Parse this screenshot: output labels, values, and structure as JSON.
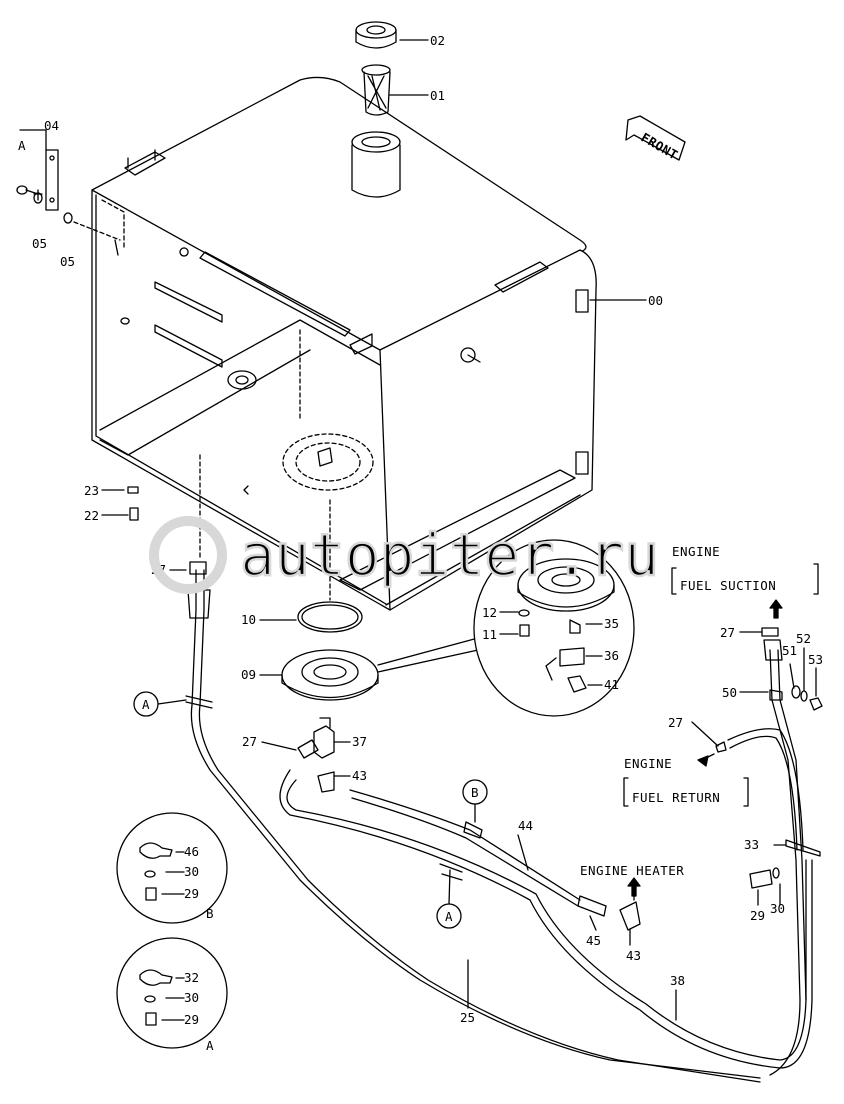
{
  "direction": {
    "front": "FRONT"
  },
  "callouts": {
    "c00": "00",
    "c01": "01",
    "c02": "02",
    "c04": "04",
    "c05a": "05",
    "c05b": "05",
    "c09": "09",
    "c10": "10",
    "c11": "11",
    "c12": "12",
    "c22": "22",
    "c23": "23",
    "c25": "25",
    "c27a": "27",
    "c27b": "27",
    "c27c": "27",
    "c27d": "27",
    "c29a": "29",
    "c29b": "29",
    "c29c": "29",
    "c30a": "30",
    "c30b": "30",
    "c30c": "30",
    "c32": "32",
    "c33": "33",
    "c35": "35",
    "c36": "36",
    "c37": "37",
    "c38": "38",
    "c41": "41",
    "c43a": "43",
    "c43b": "43",
    "c44": "44",
    "c45": "45",
    "c46": "46",
    "c50": "50",
    "c51": "51",
    "c52": "52",
    "c53": "53"
  },
  "refs": {
    "A_top": "A",
    "A_hose": "A",
    "A_tube": "A",
    "A_detail": "A",
    "B_clamp": "B",
    "B_detail": "B"
  },
  "labels": {
    "engine_1": "ENGINE",
    "fuel_suction": "FUEL SUCTION",
    "engine_2": "ENGINE",
    "fuel_return": "FUEL RETURN",
    "engine_heater": "ENGINE HEATER"
  },
  "watermark": "autopiter.ru"
}
